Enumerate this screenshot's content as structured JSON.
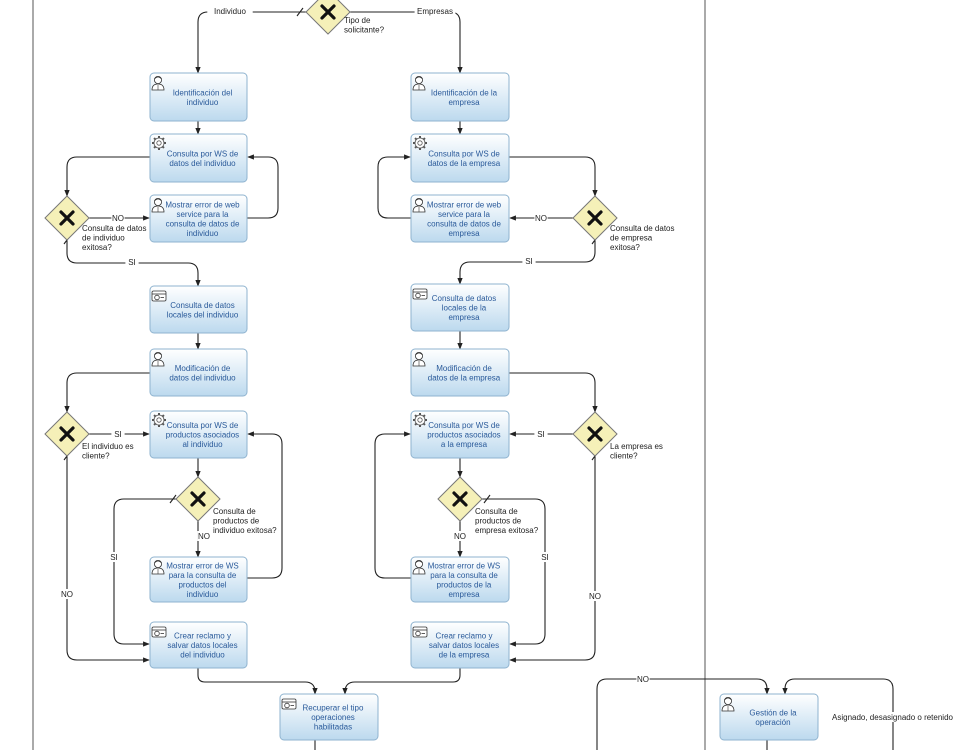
{
  "tasks": [
    {
      "id": "t1",
      "icon": "user",
      "lines": [
        "Identificación del",
        "individuo"
      ]
    },
    {
      "id": "t2",
      "icon": "gear",
      "lines": [
        "Consulta por WS de",
        "datos del individuo"
      ]
    },
    {
      "id": "t3",
      "icon": "user",
      "lines": [
        "Mostrar error de web",
        "service para la",
        "consulta de datos de",
        "individuo"
      ]
    },
    {
      "id": "t4",
      "icon": "script",
      "lines": [
        "Consulta de datos",
        "locales del individuo"
      ]
    },
    {
      "id": "t5",
      "icon": "user",
      "lines": [
        "Modificación de",
        "datos del individuo"
      ]
    },
    {
      "id": "t6",
      "icon": "gear",
      "lines": [
        "Consulta por WS de",
        "productos asociados",
        "al individuo"
      ]
    },
    {
      "id": "t7",
      "icon": "user",
      "lines": [
        "Mostrar error de WS",
        "para la consulta de",
        "productos del",
        "individuo"
      ]
    },
    {
      "id": "t8",
      "icon": "script",
      "lines": [
        "Crear reclamo y",
        "salvar datos locales",
        "del individuo"
      ]
    },
    {
      "id": "t9",
      "icon": "user",
      "lines": [
        "Identificación de la",
        "empresa"
      ]
    },
    {
      "id": "t10",
      "icon": "gear",
      "lines": [
        "Consulta por WS de",
        "datos de la empresa"
      ]
    },
    {
      "id": "t11",
      "icon": "user",
      "lines": [
        "Mostrar error de web",
        "service para la",
        "consulta de datos de",
        "empresa"
      ]
    },
    {
      "id": "t12",
      "icon": "script",
      "lines": [
        "Consulta de datos",
        "locales de la",
        "empresa"
      ]
    },
    {
      "id": "t13",
      "icon": "user",
      "lines": [
        "Modificación de",
        "datos de la empresa"
      ]
    },
    {
      "id": "t14",
      "icon": "gear",
      "lines": [
        "Consulta por WS de",
        "productos asociados",
        "a la empresa"
      ]
    },
    {
      "id": "t15",
      "icon": "user",
      "lines": [
        "Mostrar error de WS",
        "para la consulta de",
        "productos de la",
        "empresa"
      ]
    },
    {
      "id": "t16",
      "icon": "script",
      "lines": [
        "Crear reclamo y",
        "salvar datos locales",
        "de la empresa"
      ]
    },
    {
      "id": "t17",
      "icon": "script",
      "lines": [
        "Recuperar el tipo",
        "operaciones",
        "habilitadas"
      ]
    },
    {
      "id": "t18",
      "icon": "user",
      "lines": [
        "Gestión de la",
        "operación"
      ]
    }
  ],
  "gateways": [
    {
      "id": "g1",
      "label": [
        "Tipo de",
        "solicitante?"
      ]
    },
    {
      "id": "g2",
      "label": [
        "Consulta de datos",
        "de individuo",
        "exitosa?"
      ]
    },
    {
      "id": "g3",
      "label": [
        "Consulta de datos",
        "de empresa",
        "exitosa?"
      ]
    },
    {
      "id": "g4",
      "label": [
        "El individuo es",
        "cliente?"
      ]
    },
    {
      "id": "g5",
      "label": [
        "La empresa es",
        "cliente?"
      ]
    },
    {
      "id": "g6",
      "label": [
        "Consulta de",
        "productos de",
        "individuo exitosa?"
      ]
    },
    {
      "id": "g7",
      "label": [
        "Consulta de",
        "productos de",
        "empresa exitosa?"
      ]
    }
  ],
  "flow_labels": [
    {
      "id": "f1",
      "text": "Individuo"
    },
    {
      "id": "f2",
      "text": "Empresas"
    },
    {
      "id": "f3",
      "text": "NO"
    },
    {
      "id": "f4",
      "text": "NO"
    },
    {
      "id": "f5",
      "text": "SI"
    },
    {
      "id": "f6",
      "text": "SI"
    },
    {
      "id": "f7",
      "text": "SI"
    },
    {
      "id": "f8",
      "text": "SI"
    },
    {
      "id": "f9",
      "text": "NO"
    },
    {
      "id": "f10",
      "text": "NO"
    },
    {
      "id": "f11",
      "text": "SI"
    },
    {
      "id": "f12",
      "text": "SI"
    },
    {
      "id": "f13",
      "text": "NO"
    },
    {
      "id": "f14",
      "text": "NO"
    },
    {
      "id": "f15",
      "text": "NO"
    },
    {
      "id": "f16",
      "text": "Asignado, desasignado o retenido"
    }
  ]
}
